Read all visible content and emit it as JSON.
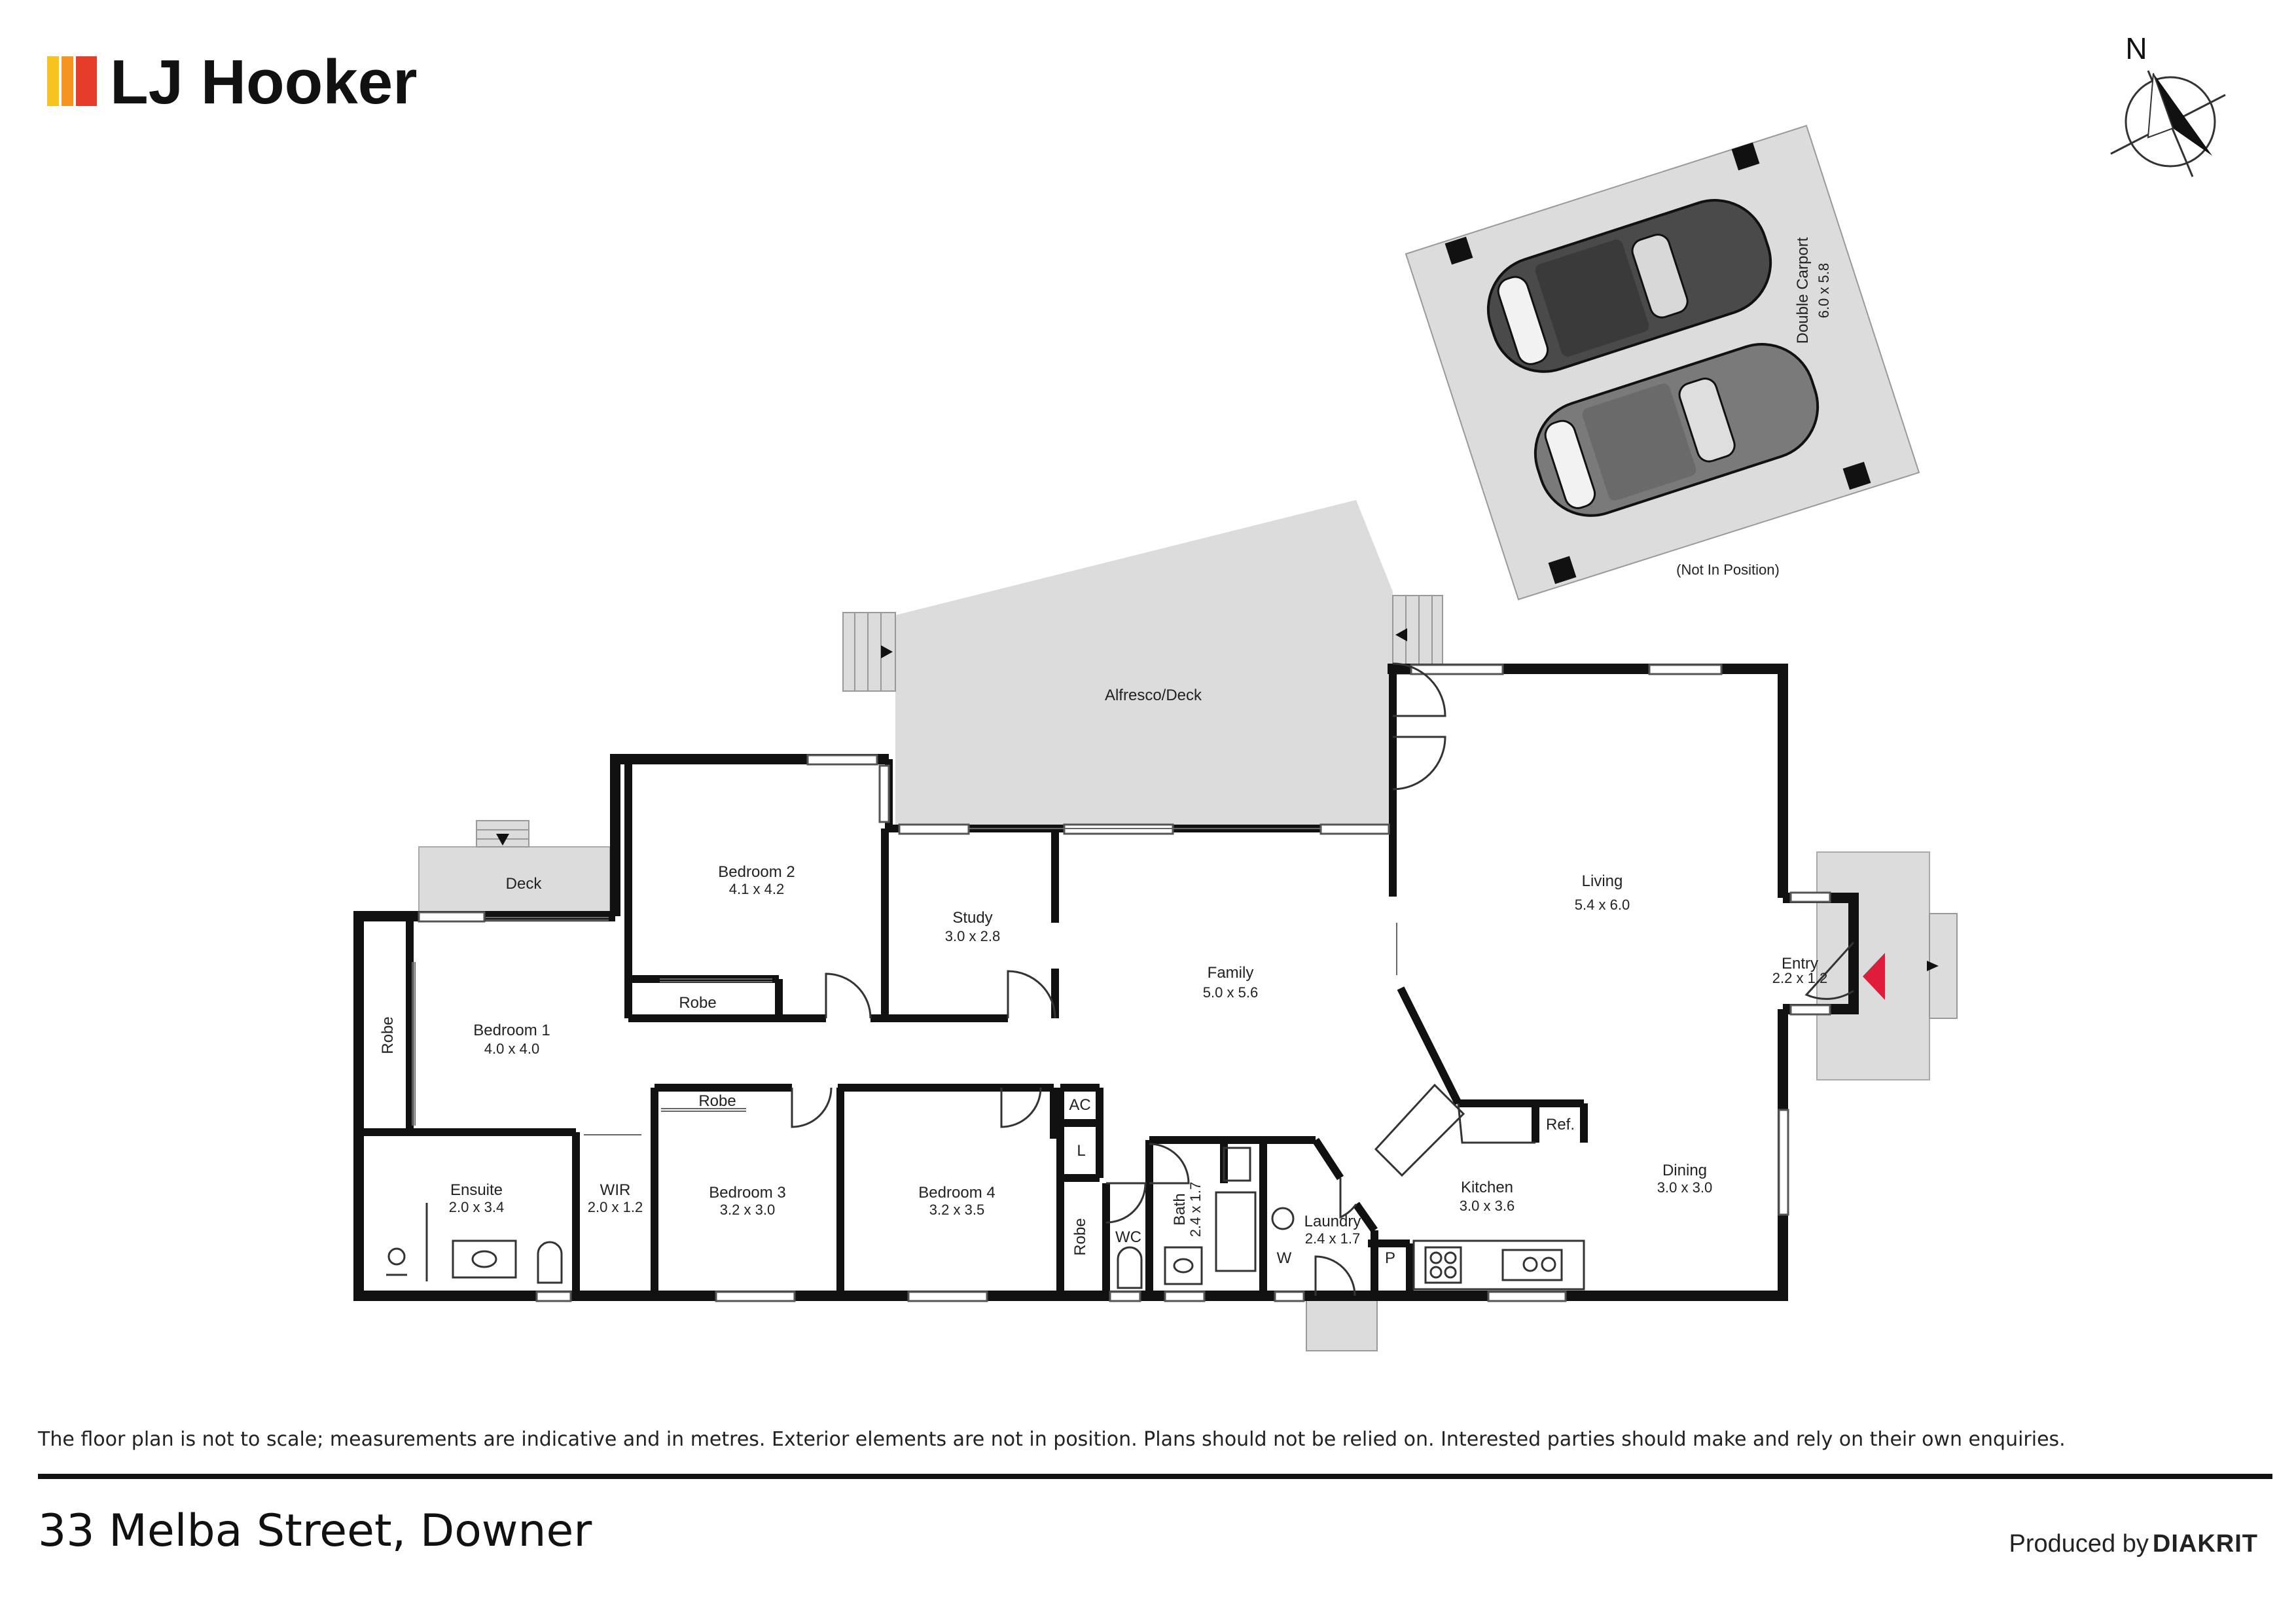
{
  "brand": {
    "name": "LJ Hooker",
    "logo_colors": [
      "#f7c31e",
      "#f49522",
      "#e63d2b"
    ]
  },
  "compass": {
    "label": "N"
  },
  "carport": {
    "name": "Double Carport",
    "dims": "6.0 x 5.8",
    "note": "(Not In Position)"
  },
  "rooms": {
    "alfresco": {
      "name": "Alfresco/Deck"
    },
    "deck": {
      "name": "Deck"
    },
    "bedroom2": {
      "name": "Bedroom 2",
      "dims": "4.1 x 4.2"
    },
    "robe_b2": {
      "name": "Robe"
    },
    "study": {
      "name": "Study",
      "dims": "3.0 x 2.8"
    },
    "family": {
      "name": "Family",
      "dims": "5.0 x 5.6"
    },
    "living": {
      "name": "Living",
      "dims": "5.4 x 6.0"
    },
    "entry": {
      "name": "Entry",
      "dims": "2.2 x 1.2"
    },
    "bedroom1": {
      "name": "Bedroom 1",
      "dims": "4.0 x 4.0"
    },
    "robe_b1": {
      "name": "Robe"
    },
    "ensuite": {
      "name": "Ensuite",
      "dims": "2.0 x 3.4"
    },
    "wir": {
      "name": "WIR",
      "dims": "2.0 x 1.2"
    },
    "bedroom3": {
      "name": "Bedroom 3",
      "dims": "3.2 x 3.0"
    },
    "robe_b3": {
      "name": "Robe"
    },
    "bedroom4": {
      "name": "Bedroom 4",
      "dims": "3.2 x 3.5"
    },
    "ac": {
      "name": "AC"
    },
    "linen": {
      "name": "L"
    },
    "robe_hall": {
      "name": "Robe"
    },
    "wc": {
      "name": "WC"
    },
    "bath": {
      "name": "Bath",
      "dims": "2.4 x 1.7"
    },
    "laundry": {
      "name": "Laundry",
      "dims": "2.4 x 1.7"
    },
    "washer": {
      "name": "W"
    },
    "pantry": {
      "name": "P"
    },
    "kitchen": {
      "name": "Kitchen",
      "dims": "3.0 x 3.6"
    },
    "ref": {
      "name": "Ref."
    },
    "dining": {
      "name": "Dining",
      "dims": "3.0 x 3.0"
    }
  },
  "colors": {
    "wall": "#111111",
    "exterior_fill": "#dcdcdc",
    "entry_arrow": "#e11b3a"
  },
  "footer": {
    "disclaimer": "The floor plan is not to scale; measurements are indicative and in metres. Exterior elements are not in position. Plans should not be relied on. Interested parties should make and rely on their own enquiries.",
    "address": "33 Melba Street, Downer",
    "produced_by": "Produced by",
    "producer": "DIAKRIT"
  }
}
